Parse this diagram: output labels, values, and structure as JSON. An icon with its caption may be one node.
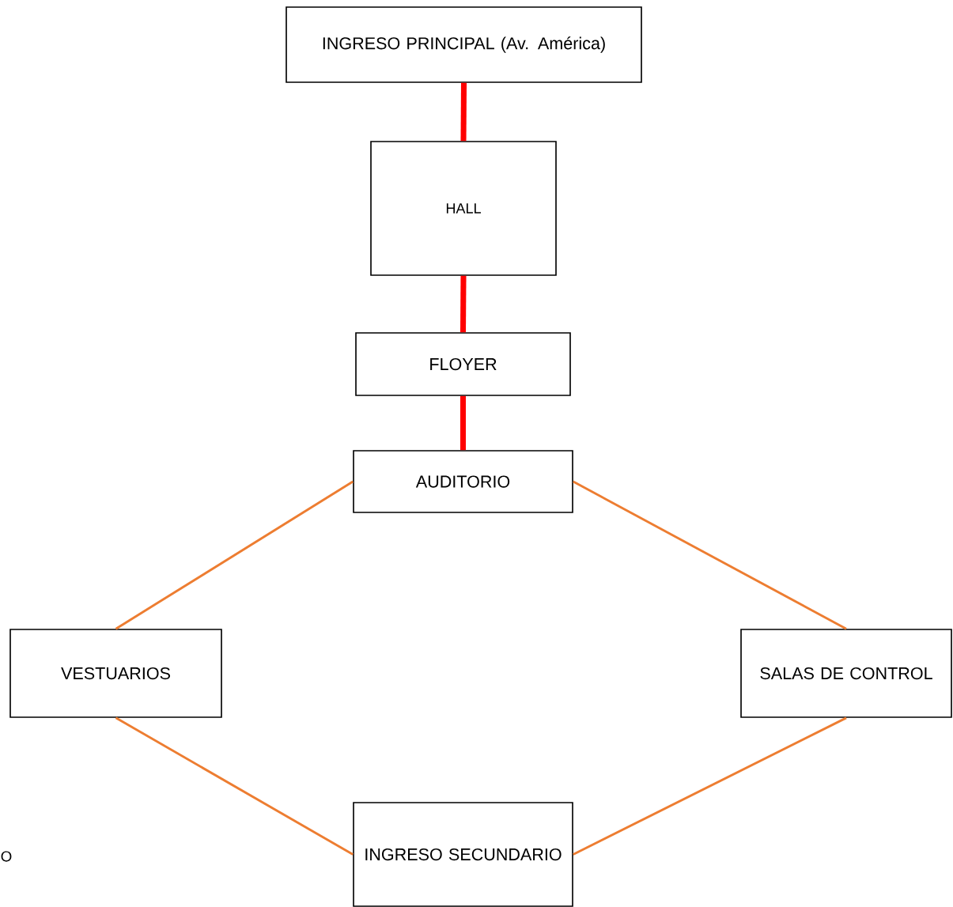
{
  "diagram": {
    "nodes": [
      {
        "text": [
          "INGRESO PRINCIPAL (Av. América)"
        ]
      },
      {
        "text": [
          "HALL"
        ]
      },
      {
        "text": [
          "FLOYER"
        ]
      },
      {
        "text": [
          "AUDITORIO"
        ]
      },
      {
        "text": [
          "VESTUARIOS"
        ]
      },
      {
        "text": [
          "SALAS DE CONTROL"
        ]
      },
      {
        "text": [
          "INGRESO SECUNDARIO"
        ]
      }
    ],
    "edges": [
      {
        "from": 0,
        "to": 1,
        "arrow": "none",
        "style": "thick",
        "color": "#ff0000"
      },
      {
        "from": 1,
        "to": 2,
        "arrow": "none",
        "style": "thick",
        "color": "#ff0000"
      },
      {
        "from": 2,
        "to": 3,
        "arrow": "none",
        "style": "thick",
        "color": "#ff0000"
      },
      {
        "from": 3,
        "to": 4,
        "arrow": "none"
      },
      {
        "from": 3,
        "to": 5,
        "arrow": "none"
      },
      {
        "from": 4,
        "to": 6,
        "arrow": "none"
      },
      {
        "from": 5,
        "to": 6,
        "arrow": "none"
      }
    ],
    "labels": [
      "O"
    ]
  }
}
